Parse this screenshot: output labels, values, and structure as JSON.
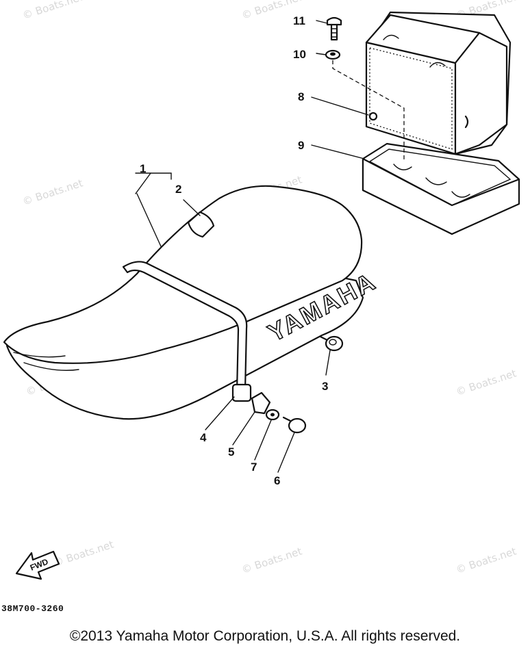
{
  "watermark": "© Boats.net",
  "seat_brand": "YAMAHA",
  "fwd_label": "FWD",
  "diagram_code": "38M700-3260",
  "copyright": "©2013 Yamaha Motor Corporation, U.S.A. All rights reserved.",
  "part_labels": [
    "1",
    "2",
    "3",
    "4",
    "5",
    "6",
    "7",
    "8",
    "9",
    "10",
    "11"
  ]
}
